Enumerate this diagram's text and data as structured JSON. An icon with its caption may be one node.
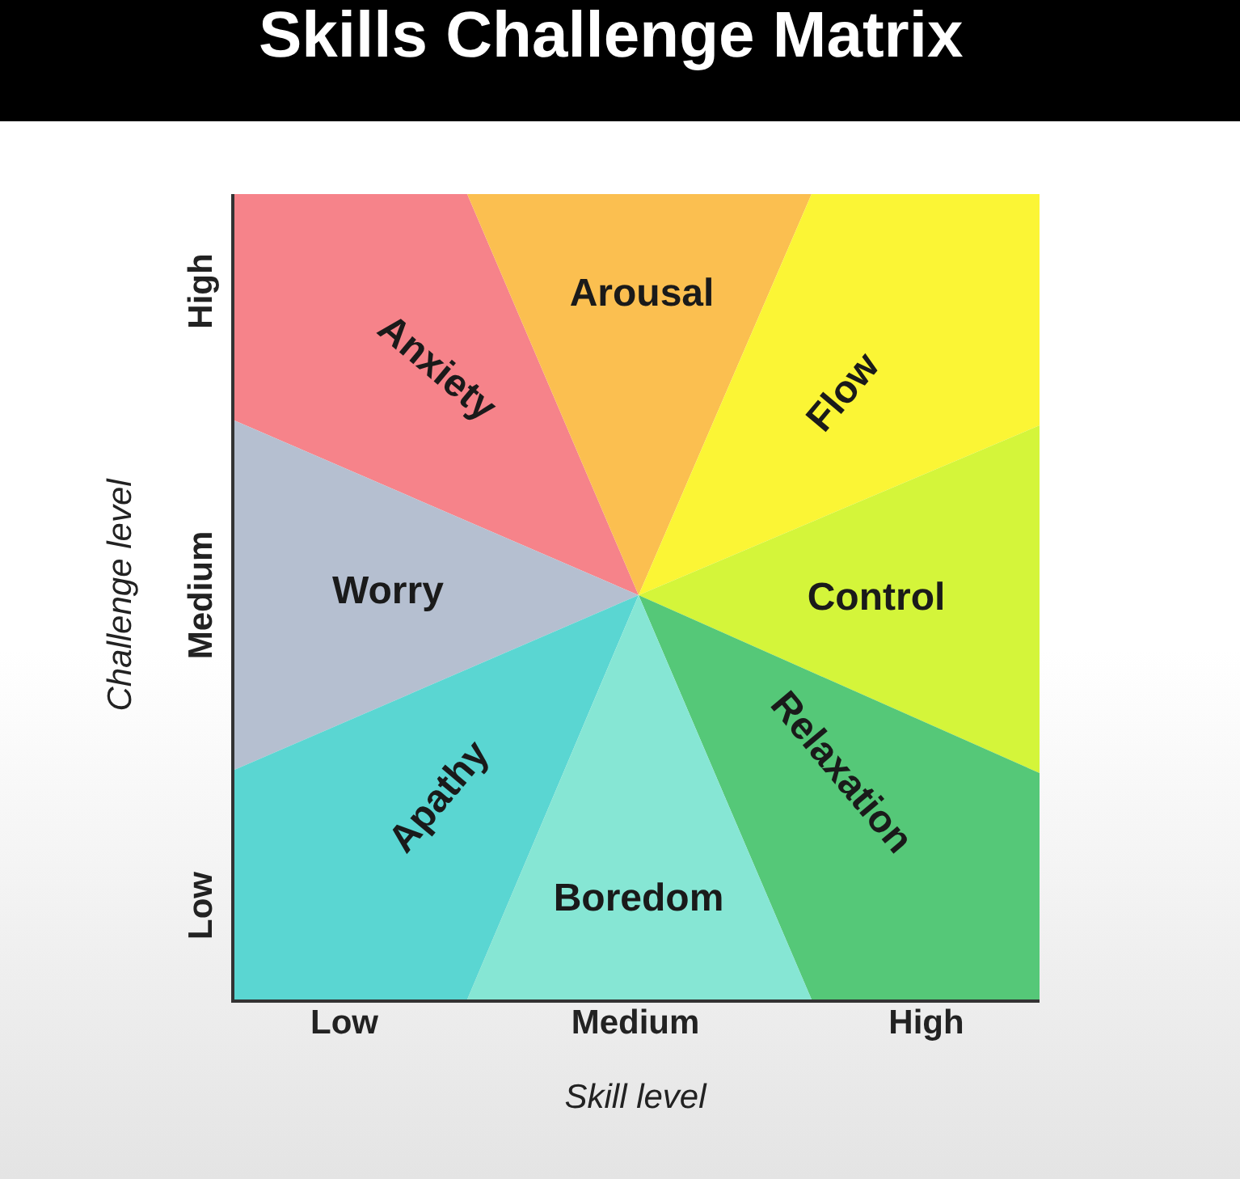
{
  "diagram": {
    "title": "Skills Challenge Matrix",
    "nodes": [
      {
        "text": [
          "Anxiety"
        ]
      },
      {
        "text": [
          "Arousal"
        ]
      },
      {
        "text": [
          "Flow"
        ]
      },
      {
        "text": [
          "Worry"
        ]
      },
      {
        "text": [
          "Control"
        ]
      },
      {
        "text": [
          "Apathy"
        ]
      },
      {
        "text": [
          "Relaxation"
        ]
      },
      {
        "text": [
          "Boredom"
        ]
      }
    ],
    "edges": [],
    "labels": [
      "High",
      "Challenge level",
      "Medium",
      "Low",
      "Low",
      "Medium",
      "High",
      "Skill level"
    ]
  }
}
